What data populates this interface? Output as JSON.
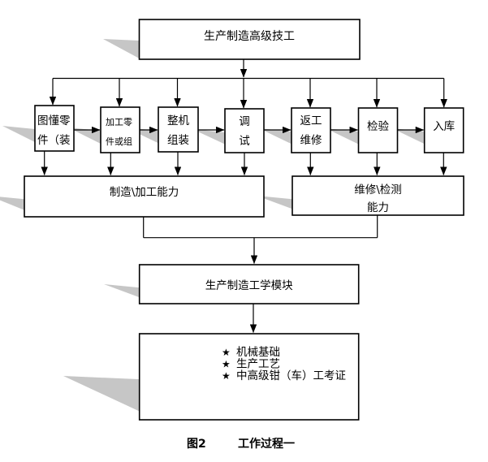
{
  "figure": {
    "title": "生产制造高级技工",
    "process_steps": [
      {
        "lines": [
          "图懂零",
          "件（装"
        ]
      },
      {
        "lines": [
          "加工零",
          "件或组"
        ]
      },
      {
        "lines": [
          "整机",
          "组装"
        ]
      },
      {
        "lines": [
          "调",
          "试"
        ]
      },
      {
        "lines": [
          "返工",
          "维修"
        ]
      },
      {
        "lines": [
          "检验"
        ]
      },
      {
        "lines": [
          "入库"
        ]
      }
    ],
    "capability_left": "制造\\加工能力",
    "capability_right": {
      "line1": "维修\\检测",
      "line2": "能力"
    },
    "module": "生产制造工学模块",
    "outcome": {
      "bullet": "★",
      "items": [
        "机械基础",
        "生产工艺",
        "中高级钳（车）工考证"
      ],
      "star_colors": [
        "#2a2ab0",
        "#15153a",
        "#15153a"
      ]
    },
    "caption": {
      "prefix": "图2",
      "text": "工作过程一"
    },
    "colors": {
      "line": "#000000",
      "box_fill": "#ffffff",
      "shadow": "#c6c6c6"
    }
  }
}
